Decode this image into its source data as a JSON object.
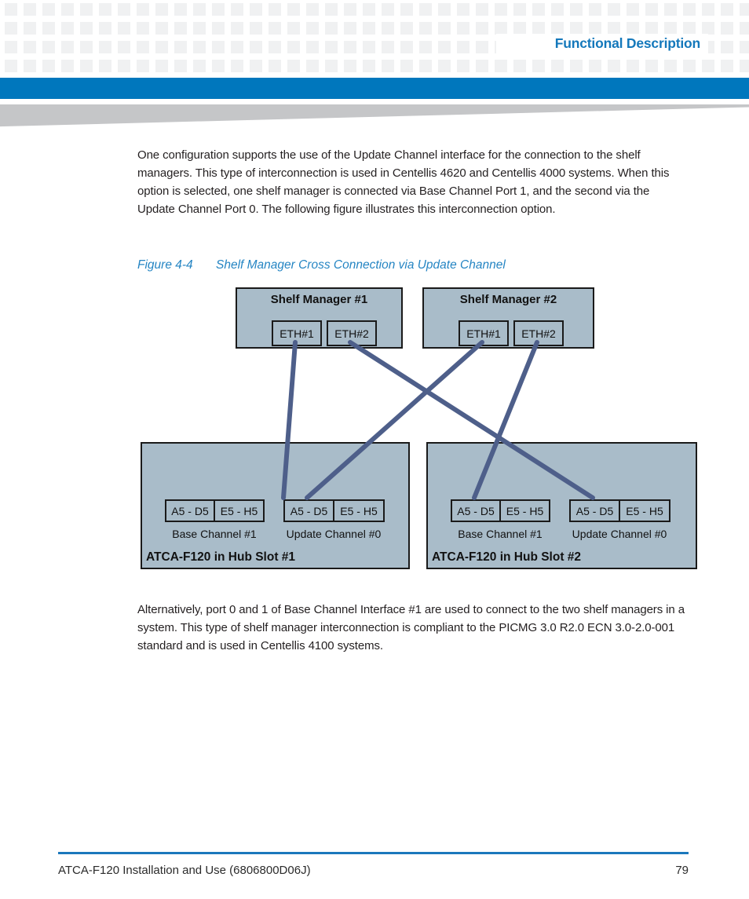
{
  "header": {
    "title": "Functional Description"
  },
  "content": {
    "paragraph1": "One configuration supports the use of the Update Channel interface for the connection to the shelf managers. This type of interconnection is used in Centellis 4620 and Centellis 4000 systems. When this option is selected, one shelf manager is connected via Base Channel Port 1, and the second via the Update Channel Port 0. The following figure illustrates this interconnection option.",
    "paragraph2": "Alternatively, port 0 and 1 of Base Channel Interface #1 are used to connect to the two shelf managers in a system. This type of shelf manager interconnection is compliant to the PICMG 3.0 R2.0 ECN 3.0-2.0-001 standard and is used in Centellis 4100 systems."
  },
  "figure": {
    "label": "Figure 4-4",
    "title": "Shelf Manager Cross Connection via Update Channel"
  },
  "diagram": {
    "shelf_managers": [
      {
        "title": "Shelf Manager #1",
        "eth1": "ETH#1",
        "eth2": "ETH#2"
      },
      {
        "title": "Shelf Manager #2",
        "eth1": "ETH#1",
        "eth2": "ETH#2"
      }
    ],
    "hubs": [
      {
        "title": "ATCA-F120 in Hub Slot #1",
        "base_label": "Base Channel #1",
        "update_label": "Update Channel #0",
        "ports": [
          "A5 - D5",
          "E5 - H5",
          "A5 - D5",
          "E5 - H5"
        ]
      },
      {
        "title": "ATCA-F120 in Hub Slot #2",
        "base_label": "Base Channel #1",
        "update_label": "Update Channel #0",
        "ports": [
          "A5 - D5",
          "E5 - H5",
          "A5 - D5",
          "E5 - H5"
        ]
      }
    ],
    "connections": [
      {
        "label": "Shelf Manager #1 ETH#1 to Hub Slot #1 Base Channel #1 A5 - D5"
      },
      {
        "label": "Shelf Manager #1 ETH#2 to Hub Slot #2 Update Channel #0 A5 - D5"
      },
      {
        "label": "Shelf Manager #2 ETH#1 to Hub Slot #1 Update Channel #0 A5 - D5"
      },
      {
        "label": "Shelf Manager #2 ETH#2 to Hub Slot #2 Base Channel #1 A5 - D5"
      }
    ]
  },
  "footer": {
    "doc_title": "ATCA-F120 Installation and Use (6806800D06J)",
    "page_number": "79"
  },
  "colors": {
    "accent_blue": "#0077bd",
    "title_blue": "#1478bb",
    "caption_blue": "#2585c3",
    "rule_blue": "#1b78bc",
    "box_fill": "#a9bcc9",
    "connector": "#4e5f8a",
    "wedge_gray": "#c5c6c8",
    "checker_gray": "#f0f1f2"
  }
}
